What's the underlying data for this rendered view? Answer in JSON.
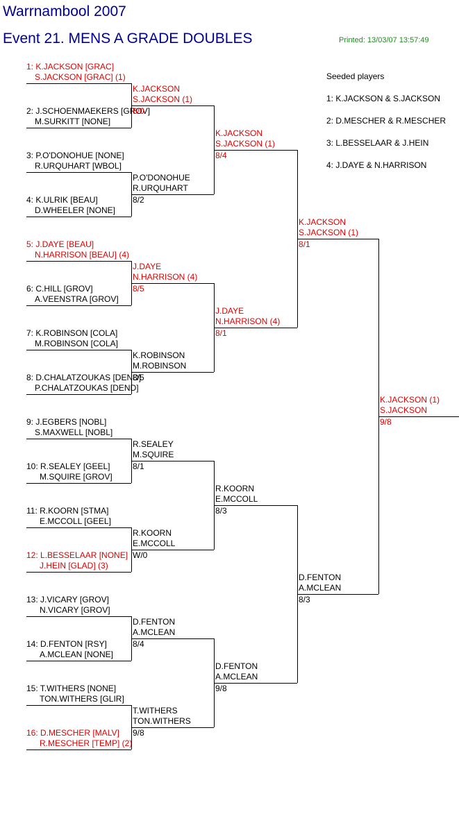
{
  "header": {
    "title": "Warrnambool 2007",
    "event": "Event 21. MENS A GRADE DOUBLES",
    "printed": "Printed: 13/03/07 13:57:49"
  },
  "seeds": {
    "title": "Seeded players",
    "items": [
      "1: K.JACKSON & S.JACKSON",
      "2: D.MESCHER & R.MESCHER",
      "3: L.BESSELAAR & J.HEIN",
      "4: J.DAYE & N.HARRISON"
    ]
  },
  "colors": {
    "seeded": "#e00000",
    "title": "#00008b",
    "printed": "#228b22"
  },
  "round1": [
    {
      "l1": "1: K.JACKSON [GRAC]",
      "l2": "S.JACKSON [GRAC] (1)",
      "seeded": true
    },
    {
      "l1": "2: J.SCHOENMAEKERS [GROV]",
      "l2": "M.SURKITT [NONE]",
      "seeded": false
    },
    {
      "l1": "3: P.O'DONOHUE [NONE]",
      "l2": "R.URQUHART [WBOL]",
      "seeded": false
    },
    {
      "l1": "4: K.ULRIK [BEAU]",
      "l2": "D.WHEELER [NONE]",
      "seeded": false
    },
    {
      "l1": "5: J.DAYE [BEAU]",
      "l2": "N.HARRISON [BEAU] (4)",
      "seeded": true
    },
    {
      "l1": "6: C.HILL [GROV]",
      "l2": "A.VEENSTRA [GROV]",
      "seeded": false
    },
    {
      "l1": "7: K.ROBINSON [COLA]",
      "l2": "M.ROBINSON [COLA]",
      "seeded": false
    },
    {
      "l1": "8: D.CHALATZOUKAS [DEND]",
      "l2": "P.CHALATZOUKAS [DEND]",
      "seeded": false
    },
    {
      "l1": "9: J.EGBERS [NOBL]",
      "l2": "S.MAXWELL [NOBL]",
      "seeded": false
    },
    {
      "l1": "10: R.SEALEY [GEEL]",
      "l2": "M.SQUIRE [GROV]",
      "seeded": false
    },
    {
      "l1": "11: R.KOORN [STMA]",
      "l2": "E.MCCOLL [GEEL]",
      "seeded": false
    },
    {
      "l1": "12: L.BESSELAAR [NONE]",
      "l2": "J.HEIN [GLAD] (3)",
      "seeded": true
    },
    {
      "l1": "13: J.VICARY [GROV]",
      "l2": "N.VICARY [GROV]",
      "seeded": false
    },
    {
      "l1": "14: D.FENTON [RSY]",
      "l2": "A.MCLEAN [NONE]",
      "seeded": false
    },
    {
      "l1": "15: T.WITHERS [NONE]",
      "l2": "TON.WITHERS [GLIR]",
      "seeded": false
    },
    {
      "l1": "16: D.MESCHER [MALV]",
      "l2": "R.MESCHER [TEMP] (2)",
      "seeded": true
    }
  ],
  "round2": [
    {
      "l1": "K.JACKSON",
      "l2": "S.JACKSON (1)",
      "score": "8/0",
      "seeded": true
    },
    {
      "l1": "P.O'DONOHUE",
      "l2": "R.URQUHART",
      "score": "8/2",
      "seeded": false
    },
    {
      "l1": "J.DAYE",
      "l2": "N.HARRISON (4)",
      "score": "8/5",
      "seeded": true
    },
    {
      "l1": "K.ROBINSON",
      "l2": "M.ROBINSON",
      "score": "8/5",
      "seeded": false
    },
    {
      "l1": "R.SEALEY",
      "l2": "M.SQUIRE",
      "score": "8/1",
      "seeded": false
    },
    {
      "l1": "R.KOORN",
      "l2": "E.MCCOLL",
      "score": "W/0",
      "seeded": false
    },
    {
      "l1": "D.FENTON",
      "l2": "A.MCLEAN",
      "score": "8/4",
      "seeded": false
    },
    {
      "l1": "T.WITHERS",
      "l2": "TON.WITHERS",
      "score": "9/8",
      "seeded": false
    }
  ],
  "round3": [
    {
      "l1": "K.JACKSON",
      "l2": "S.JACKSON (1)",
      "score": "8/4",
      "seeded": true
    },
    {
      "l1": "J.DAYE",
      "l2": "N.HARRISON (4)",
      "score": "8/1",
      "seeded": true
    },
    {
      "l1": "R.KOORN",
      "l2": "E.MCCOLL",
      "score": "8/3",
      "seeded": false
    },
    {
      "l1": "D.FENTON",
      "l2": "A.MCLEAN",
      "score": "9/8",
      "seeded": false
    }
  ],
  "round4": [
    {
      "l1": "K.JACKSON",
      "l2": "S.JACKSON (1)",
      "score": "8/1",
      "seeded": true
    },
    {
      "l1": "D.FENTON",
      "l2": "A.MCLEAN",
      "score": "8/3",
      "seeded": false
    }
  ],
  "final": {
    "l1": "K.JACKSON (1)",
    "l2": "S.JACKSON",
    "score": "9/8",
    "seeded": true
  }
}
